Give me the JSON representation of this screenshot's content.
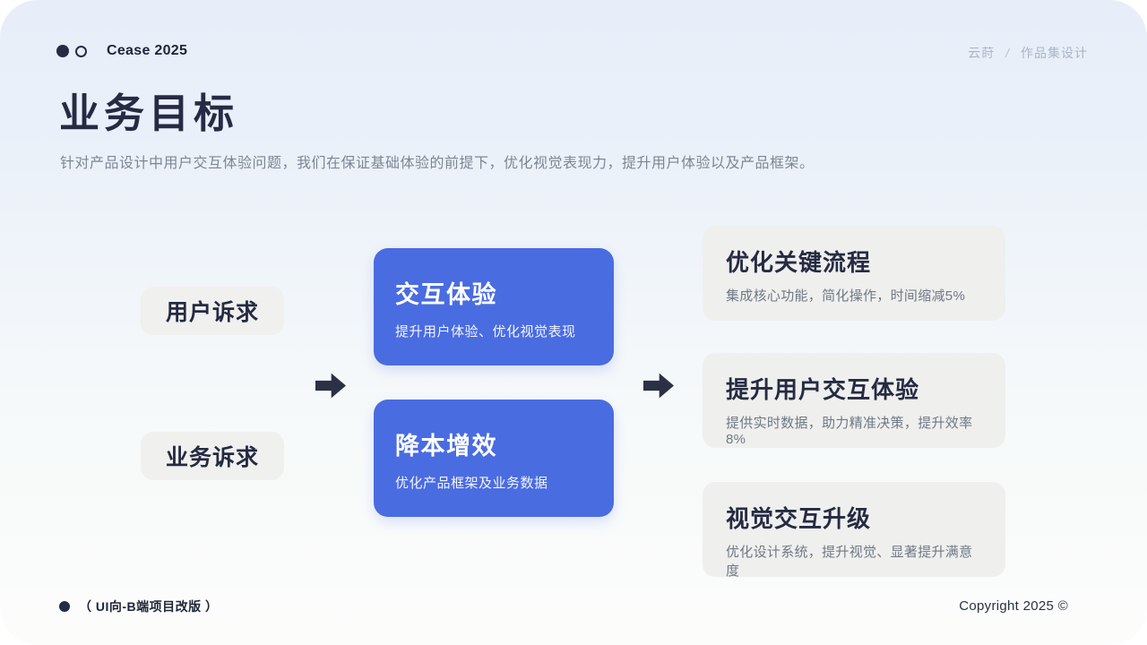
{
  "slide": {
    "brand": "Cease 2025",
    "meta": {
      "author": "云莳",
      "separator": "/",
      "category": "作品集设计"
    },
    "title": "业务目标",
    "subtitle": "针对产品设计中用户交互体验问题，我们在保证基础体验的前提下，优化视觉表现力，提升用户体验以及产品框架。",
    "footer": {
      "left": "（ UI向-B端项目改版 ）",
      "right": "Copyright 2025  ©"
    }
  },
  "diagram": {
    "inputs": [
      {
        "label": "用户诉求"
      },
      {
        "label": "业务诉求"
      }
    ],
    "strategies": [
      {
        "title": "交互体验",
        "desc": "提升用户体验、优化视觉表现"
      },
      {
        "title": "降本增效",
        "desc": "优化产品框架及业务数据"
      }
    ],
    "outcomes": [
      {
        "title": "优化关键流程",
        "desc": "集成核心功能，简化操作，时间缩减5%"
      },
      {
        "title": "提升用户交互体验",
        "desc": "提供实时数据，助力精准决策，提升效率8%"
      },
      {
        "title": "视觉交互升级",
        "desc": "优化设计系统，提升视觉、显著提升满意度"
      }
    ]
  },
  "colors": {
    "accent_blue": "#4a6ce1",
    "card_gray": "#efefee",
    "ink": "#262b45",
    "muted_text": "#7d8694",
    "meta_text": "#a9b5c6",
    "bg_top": "#e7eef9",
    "bg_bottom": "#fcfdfb"
  }
}
